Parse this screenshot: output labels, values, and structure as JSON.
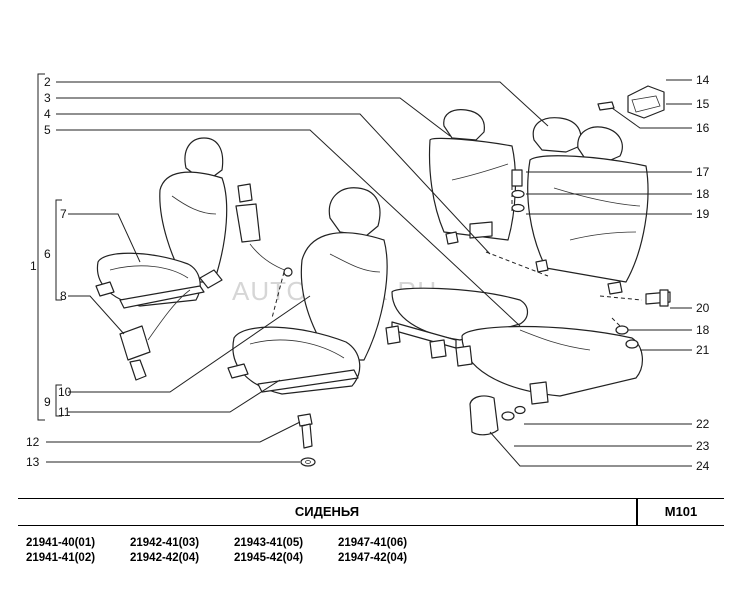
{
  "watermark": "AUTOPITER.RU",
  "callouts": [
    "1",
    "2",
    "3",
    "4",
    "5",
    "6",
    "7",
    "8",
    "9",
    "10",
    "11",
    "12",
    "13",
    "14",
    "15",
    "16",
    "17",
    "18",
    "19",
    "20",
    "18",
    "21",
    "22",
    "23",
    "24"
  ],
  "title": "СИДЕНЬЯ",
  "code": "M101",
  "models": [
    [
      "21941-40(01)",
      "21941-41(02)"
    ],
    [
      "21942-41(03)",
      "21942-42(04)"
    ],
    [
      "21943-41(05)",
      "21945-42(04)"
    ],
    [
      "21947-41(06)",
      "21947-42(04)"
    ]
  ]
}
